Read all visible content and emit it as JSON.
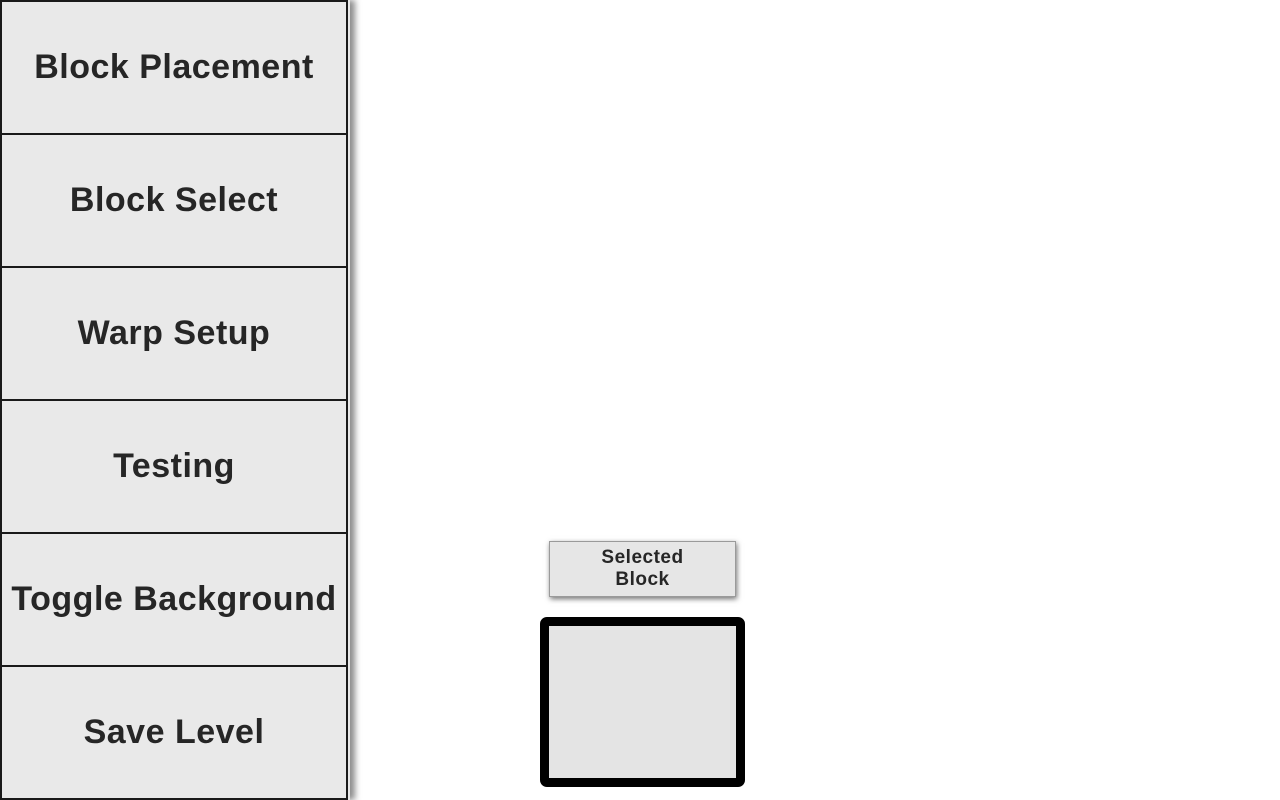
{
  "sidebar": {
    "items": [
      {
        "label": "Block Placement"
      },
      {
        "label": "Block Select"
      },
      {
        "label": "Warp Setup"
      },
      {
        "label": "Testing"
      },
      {
        "label": "Toggle Background"
      },
      {
        "label": "Save Level"
      }
    ]
  },
  "selected_block": {
    "label": "Selected Block"
  },
  "colors": {
    "button_background": "#e9e9e9",
    "button_border": "#1a1a1a",
    "text": "#262626",
    "preview_border": "#000000",
    "preview_fill": "#e4e4e4"
  }
}
